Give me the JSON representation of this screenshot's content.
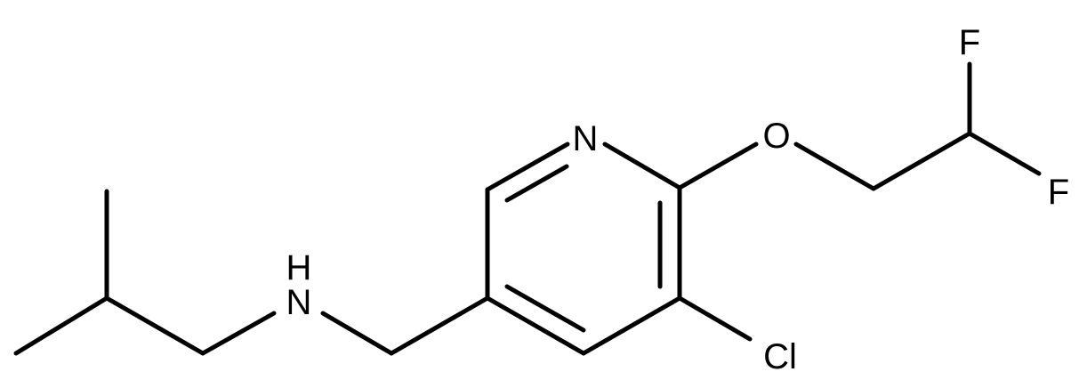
{
  "atoms": {
    "pyridine_n": "N",
    "ether_o": "O",
    "fluorine_top": "F",
    "fluorine_right": "F",
    "chlorine": "Cl",
    "amine_h": "H",
    "amine_n": "N"
  }
}
